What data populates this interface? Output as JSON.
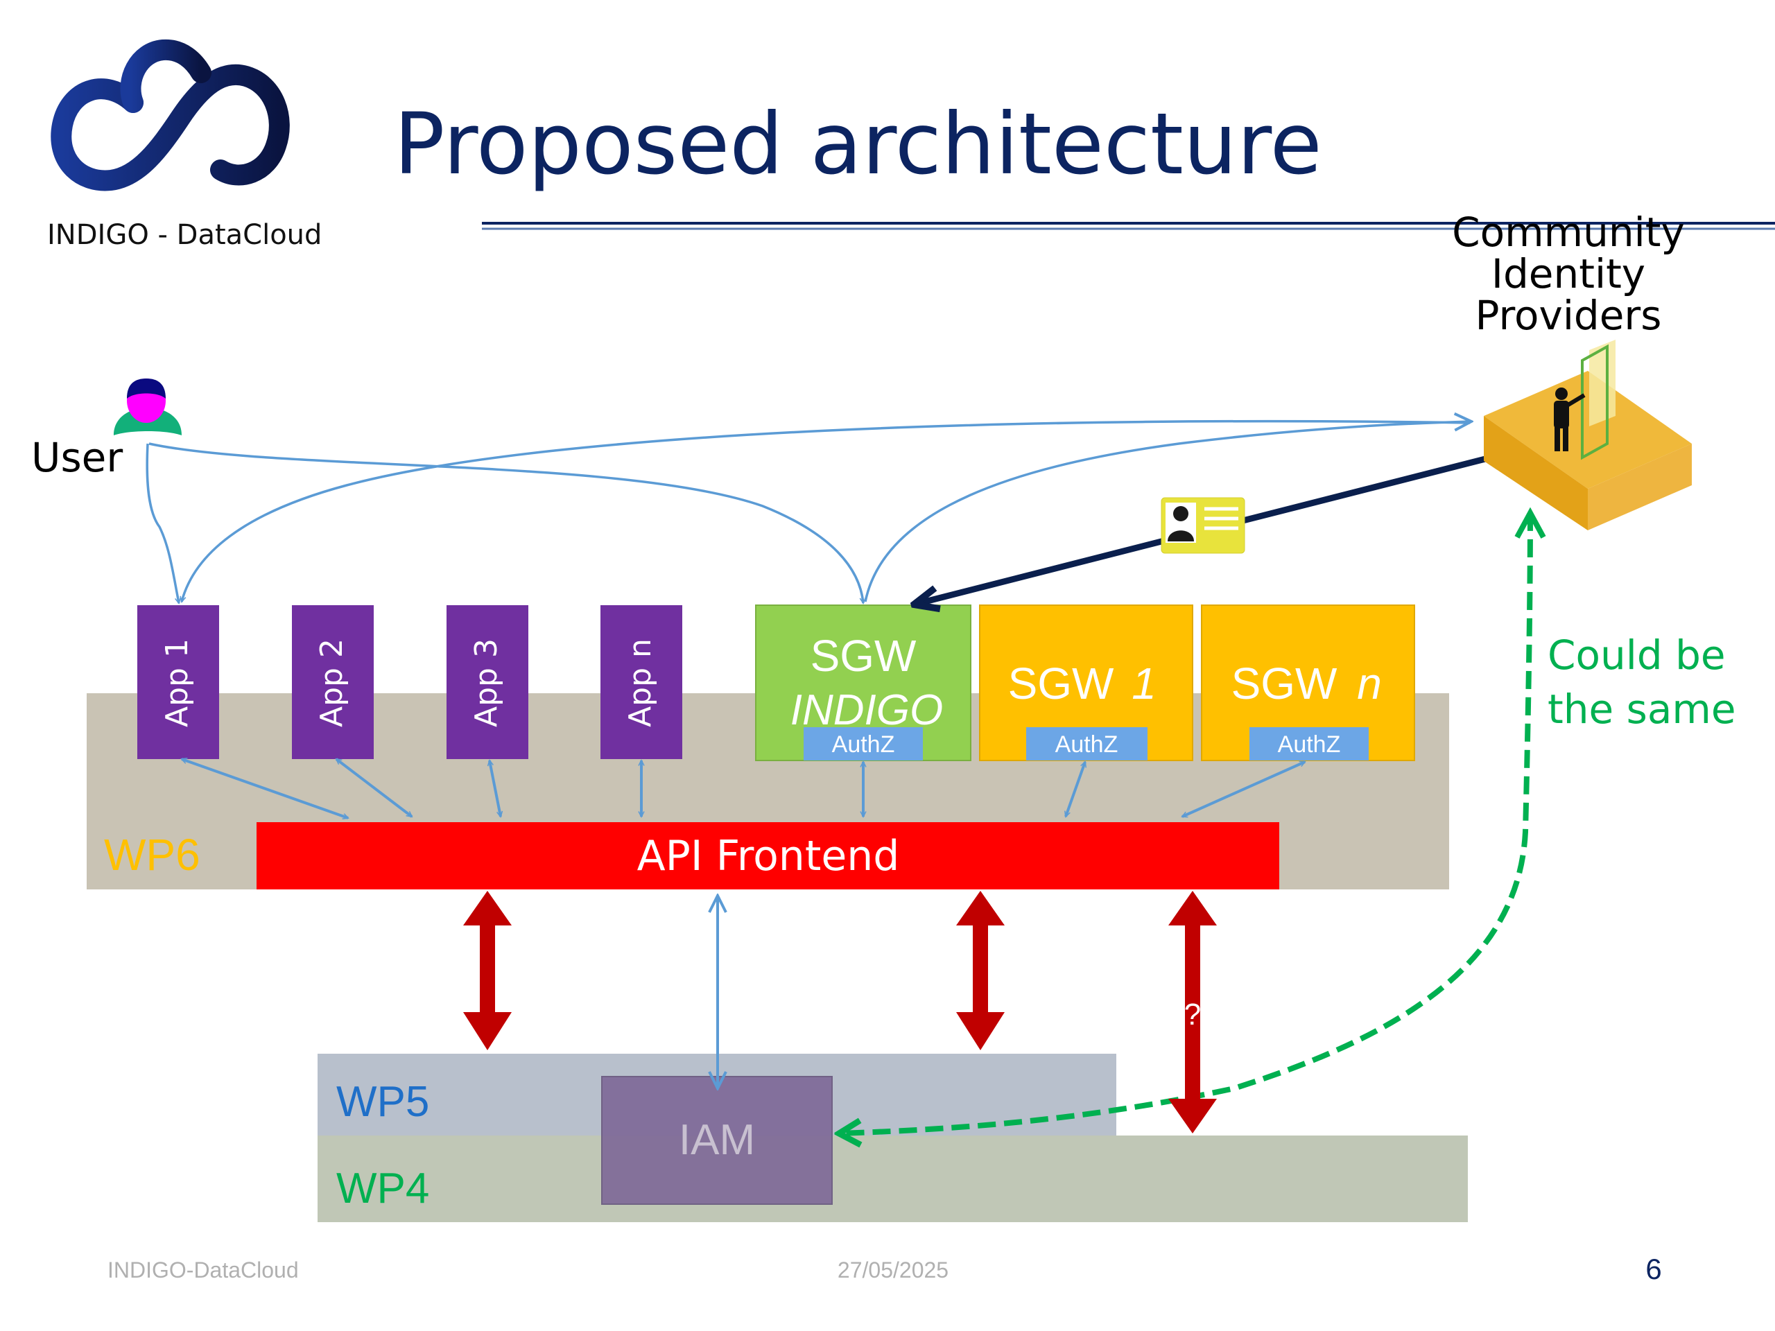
{
  "slide": {
    "title": "Proposed architecture",
    "logo_text": "INDIGO - DataCloud",
    "footer": {
      "left": "INDIGO-DataCloud",
      "date": "27/05/2025",
      "page": "6"
    }
  },
  "diagram": {
    "user_label": "User",
    "idp_label": [
      "Community",
      "Identity",
      "Providers"
    ],
    "annotation": [
      "Could be",
      "the same"
    ],
    "apps": [
      "App 1",
      "App 2",
      "App 3",
      "App n"
    ],
    "gateways": [
      {
        "line1": "SGW",
        "line2": "INDIGO",
        "authz": "AuthZ",
        "color": "#92d050"
      },
      {
        "line1": "SGW",
        "line2": "1",
        "authz": "AuthZ",
        "color": "#ffc000"
      },
      {
        "line1": "SGW",
        "line2": "n",
        "authz": "AuthZ",
        "color": "#ffc000"
      }
    ],
    "layers": {
      "wp6": "WP6",
      "wp5": "WP5",
      "wp4": "WP4",
      "api_frontend": "API Frontend",
      "iam": "IAM",
      "question": "?"
    },
    "icons": {
      "logo": "indigo-cloud-infinity-logo",
      "user": "user-person-icon",
      "idp": "identity-provider-platform-icon",
      "credential": "id-card-icon"
    },
    "colors": {
      "title": "#0c2461",
      "app": "#7030a0",
      "api": "#ff0000",
      "wp6_band": "#c9c3b4",
      "wp5_band": "#b8c0cc",
      "wp4_band": "#c0c7b6",
      "iam": "#7f6a98",
      "authz": "#6ca6e6",
      "blue_arrow": "#5b9bd5",
      "red_arrow": "#c00000",
      "green_dash": "#00b050",
      "navy_arrow": "#0a1f4d"
    }
  }
}
